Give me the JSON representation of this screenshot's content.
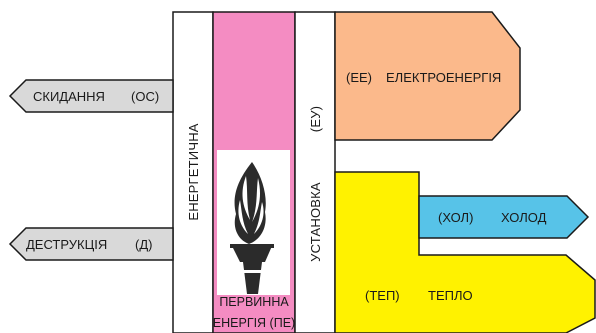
{
  "colors": {
    "losses": "#d9d9d9",
    "primary_energy": "#f48cc2",
    "electricity": "#fbb98b",
    "heat": "#fff200",
    "cold": "#57c3e8",
    "stroke": "#1a1a1a"
  },
  "icons": {
    "torch": "torch-flame-icon"
  },
  "installation": {
    "word1": "ЕНЕРГЕТИЧНА",
    "word2": "УСТАНОВКА",
    "abbr": "(ЕУ)"
  },
  "primary_energy": {
    "line1": "ПЕРВИННА",
    "line2": "ЕНЕРГІЯ (ПЕ)"
  },
  "outputs": {
    "discharge": {
      "abbr": "(ОС)",
      "label": "СКИДАННЯ"
    },
    "destruction": {
      "abbr": "(Д)",
      "label": "ДЕСТРУКЦІЯ"
    },
    "electricity": {
      "abbr": "(ЕЕ)",
      "label": "ЕЛЕКТРОЕНЕРГІЯ"
    },
    "cold": {
      "abbr": "(ХОЛ)",
      "label": "ХОЛОД"
    },
    "heat": {
      "abbr": "(ТЕП)",
      "label": "ТЕПЛО"
    }
  }
}
